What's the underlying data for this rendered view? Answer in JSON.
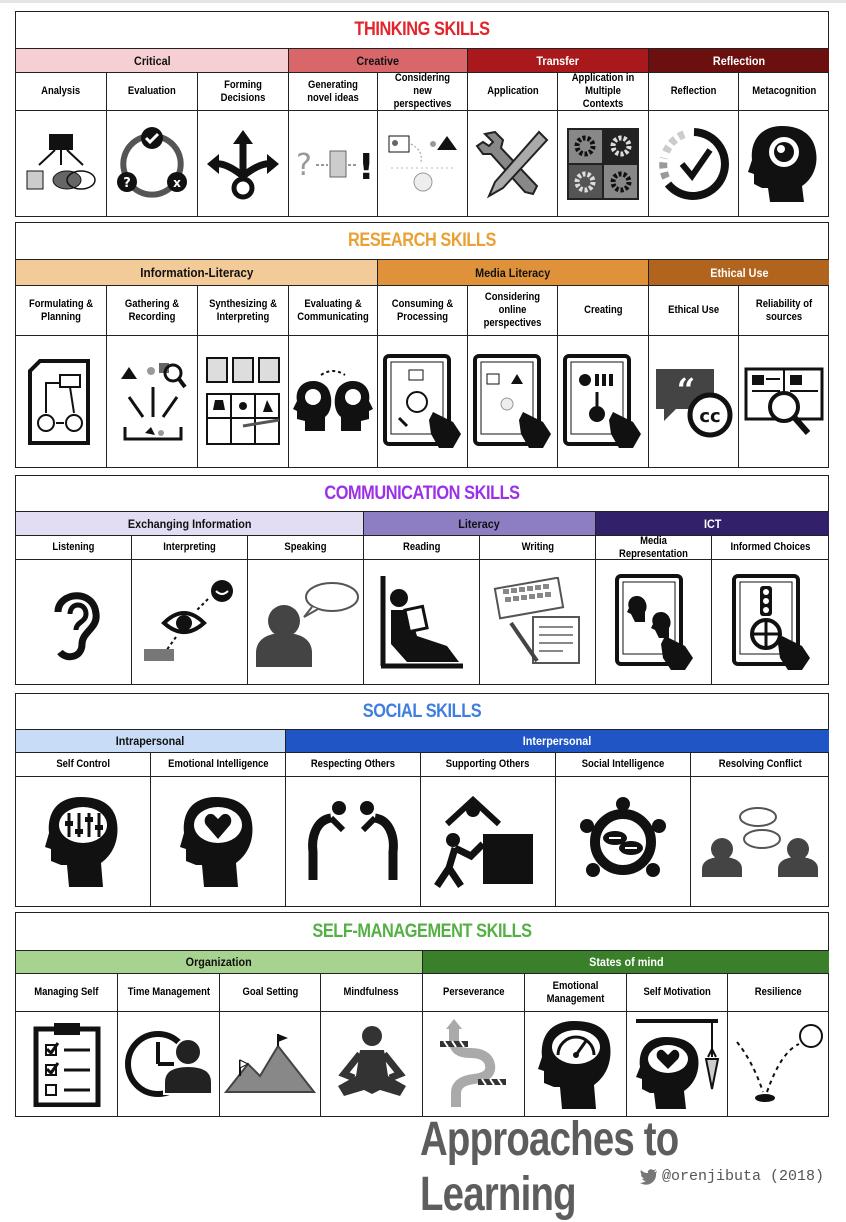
{
  "sections": [
    {
      "title": "THINKING SKILLS",
      "color": "#e3242b",
      "categories": [
        {
          "label": "Critical",
          "bg": "#f6cfd2",
          "fg": "#111111"
        },
        {
          "label": "Creative",
          "bg": "#d9676a",
          "fg": "#111111"
        },
        {
          "label": "Transfer",
          "bg": "#a9191c",
          "fg": "#ffffff"
        },
        {
          "label": "Reflection",
          "bg": "#6b0f0f",
          "fg": "#ffffff"
        }
      ],
      "skills": [
        "Analysis",
        "Evaluation",
        "Forming Decisions",
        "Generating novel ideas",
        "Considering new perspectives",
        "Application",
        "Application in Multiple Contexts",
        "Reflection",
        "Metacognition"
      ]
    },
    {
      "title": "RESEARCH SKILLS",
      "color": "#eaa033",
      "categories": [
        {
          "label": "Information-Literacy",
          "bg": "#f3cb98",
          "fg": "#111111"
        },
        {
          "label": "Media Literacy",
          "bg": "#e0923a",
          "fg": "#111111"
        },
        {
          "label": "Ethical Use",
          "bg": "#b0641e",
          "fg": "#ffffff"
        }
      ],
      "skills": [
        "Formulating & Planning",
        "Gathering & Recording",
        "Synthesizing & Interpreting",
        "Evaluating & Communicating",
        "Consuming & Processing",
        "Considering online perspectives",
        "Creating",
        "Ethical Use",
        "Reliability of sources"
      ]
    },
    {
      "title": "COMMUNICATION SKILLS",
      "color": "#9b30e8",
      "categories": [
        {
          "label": "Exchanging Information",
          "bg": "#e2ddf2",
          "fg": "#111111"
        },
        {
          "label": "Literacy",
          "bg": "#8d7ec4",
          "fg": "#111111"
        },
        {
          "label": "ICT",
          "bg": "#33206b",
          "fg": "#ffffff"
        }
      ],
      "skills": [
        "Listening",
        "Interpreting",
        "Speaking",
        "Reading",
        "Writing",
        "Media Representation",
        "Informed Choices"
      ]
    },
    {
      "title": "SOCIAL SKILLS",
      "color": "#3f7de0",
      "categories": [
        {
          "label": "Intrapersonal",
          "bg": "#c9dcf7",
          "fg": "#111111"
        },
        {
          "label": "Interpersonal",
          "bg": "#1f55c4",
          "fg": "#ffffff"
        }
      ],
      "skills": [
        "Self Control",
        "Emotional Intelligence",
        "Respecting Others",
        "Supporting Others",
        "Social Intelligence",
        "Resolving Conflict"
      ]
    },
    {
      "title": "SELF-MANAGEMENT SKILLS",
      "color": "#54b044",
      "categories": [
        {
          "label": "Organization",
          "bg": "#a8d28f",
          "fg": "#111111"
        },
        {
          "label": "States of mind",
          "bg": "#3a7f2a",
          "fg": "#ffffff"
        }
      ],
      "skills": [
        "Managing Self",
        "Time Management",
        "Goal Setting",
        "Mindfulness",
        "Perseverance",
        "Emotional Management",
        "Self Motivation",
        "Resilience"
      ]
    }
  ],
  "footer": {
    "title": "Approaches to Learning",
    "credit": "@orenjibuta (2018)"
  },
  "icons": [
    "hierarchy-icon",
    "cycle-check-icon",
    "arrows-icon",
    "idea-flow-icon",
    "perspective-icon",
    "tools-icon",
    "gears-grid-icon",
    "progress-check-icon",
    "brain-head-icon",
    "flowchart-doc-icon",
    "sorting-icon",
    "data-table-icon",
    "heads-dialogue-icon",
    "tablet-flow-icon",
    "tablet-perspective-icon",
    "tablet-media-icon",
    "quote-cc-icon",
    "document-magnifier-icon",
    "ear-icon",
    "eye-icon",
    "speaker-icon",
    "reader-icon",
    "keyboard-paper-icon",
    "tablet-heads-icon",
    "tablet-choices-icon",
    "head-sliders-icon",
    "head-heart-icon",
    "bowing-figures-icon",
    "helping-figure-icon",
    "team-circle-icon",
    "speech-bubbles-icon",
    "checklist-icon",
    "clock-person-icon",
    "mountain-flag-icon",
    "meditation-icon",
    "winding-road-icon",
    "head-gauge-icon",
    "head-carrot-icon",
    "bounce-icon"
  ]
}
